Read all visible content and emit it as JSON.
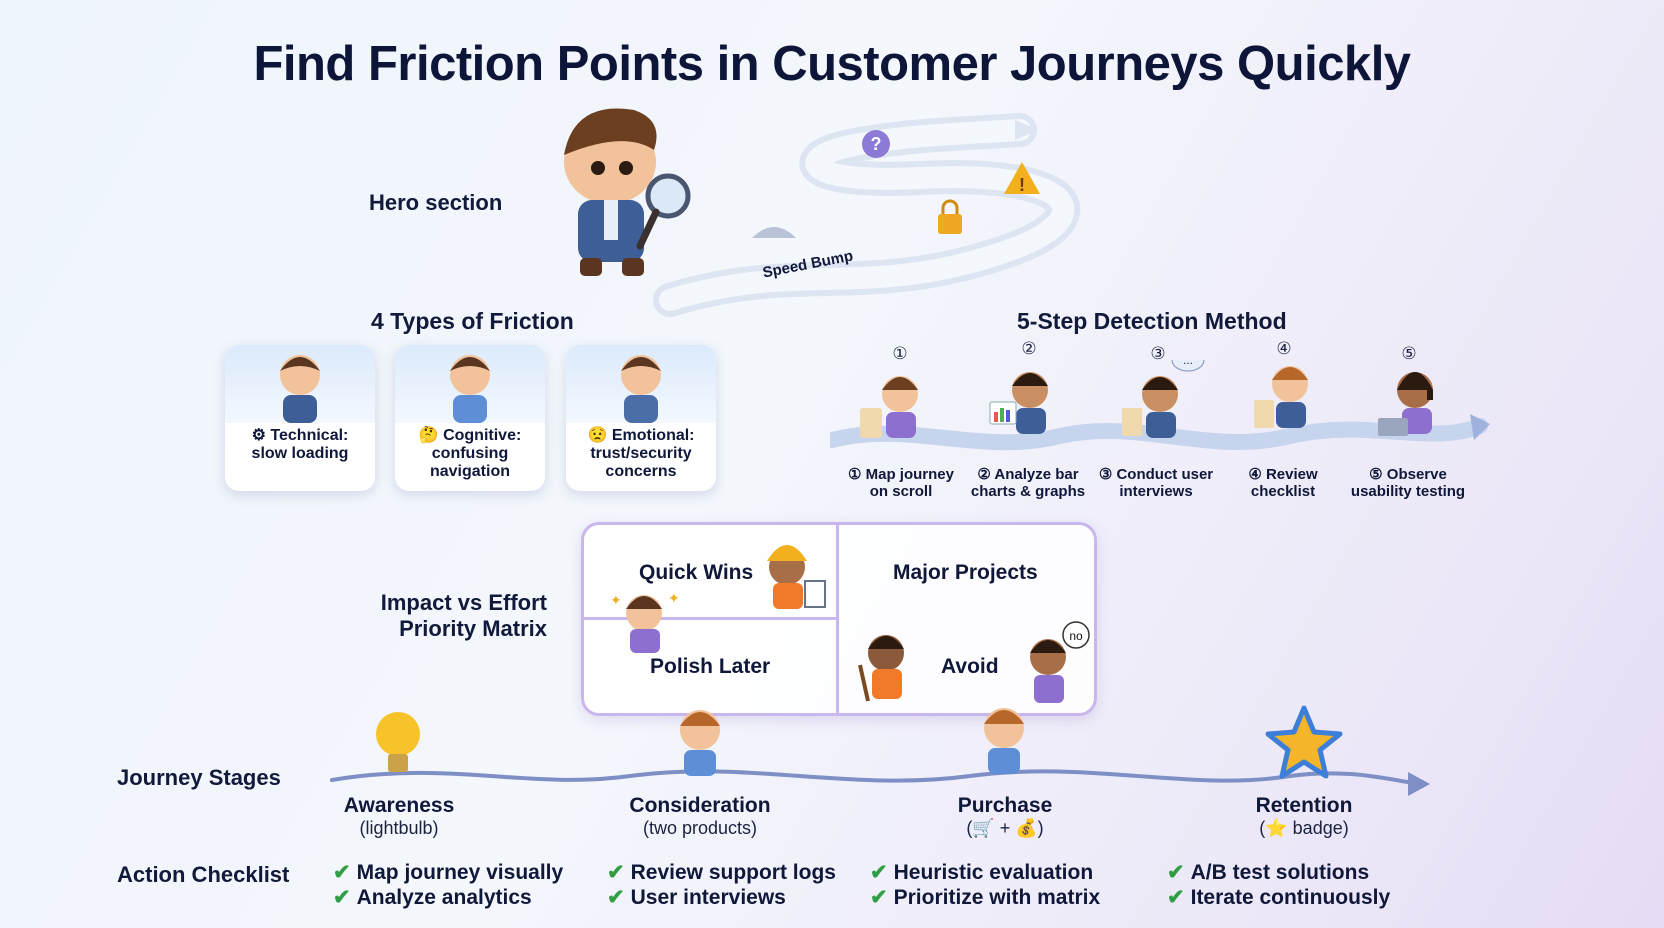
{
  "title": "Find Friction Points in Customer Journeys Quickly",
  "hero": {
    "label": "Hero section",
    "speed_bump": "Speed Bump"
  },
  "friction": {
    "heading": "4 Types of Friction",
    "cards": [
      {
        "icon": "gear-icon",
        "line1": "Technical:",
        "line2": "slow loading",
        "line3": ""
      },
      {
        "icon": "thinking-face-icon",
        "line1": "Cognitive:",
        "line2": "confusing",
        "line3": "navigation"
      },
      {
        "icon": "worried-face-icon",
        "line1": "Emotional:",
        "line2": "trust/security",
        "line3": "concerns"
      }
    ]
  },
  "method": {
    "heading": "5-Step Detection Method",
    "steps": [
      {
        "num": "①",
        "line1": "① Map journey",
        "line2": "on scroll"
      },
      {
        "num": "②",
        "line1": "② Analyze bar",
        "line2": "charts & graphs"
      },
      {
        "num": "③",
        "line1": "③ Conduct user",
        "line2": "interviews"
      },
      {
        "num": "④",
        "line1": "④ Review",
        "line2": "checklist"
      },
      {
        "num": "⑤",
        "line1": "⑤ Observe",
        "line2": "usability testing"
      }
    ]
  },
  "matrix": {
    "label_line1": "Impact vs Effort",
    "label_line2": "Priority Matrix",
    "quick_wins": "Quick Wins",
    "major_projects": "Major Projects",
    "polish_later": "Polish Later",
    "avoid": "Avoid",
    "no_bubble": "no"
  },
  "journey": {
    "label": "Journey Stages",
    "stages": [
      {
        "name": "Awareness",
        "sub": "(lightbulb)"
      },
      {
        "name": "Consideration",
        "sub": "(two products)"
      },
      {
        "name": "Purchase",
        "sub": "(🛒 + 💰)"
      },
      {
        "name": "Retention",
        "sub": "(⭐ badge)"
      }
    ]
  },
  "checklist": {
    "label": "Action Checklist",
    "columns": [
      [
        "Map journey visually",
        "Analyze analytics"
      ],
      [
        "Review support logs",
        "User interviews"
      ],
      [
        "Heuristic evaluation",
        "Prioritize with matrix"
      ],
      [
        "A/B test solutions",
        "Iterate continuously"
      ]
    ]
  },
  "colors": {
    "accent_purple": "#c9b6ec",
    "check_green": "#2f9e44",
    "road": "#dfe6f4",
    "arrow_blue": "#7d8fc4"
  }
}
